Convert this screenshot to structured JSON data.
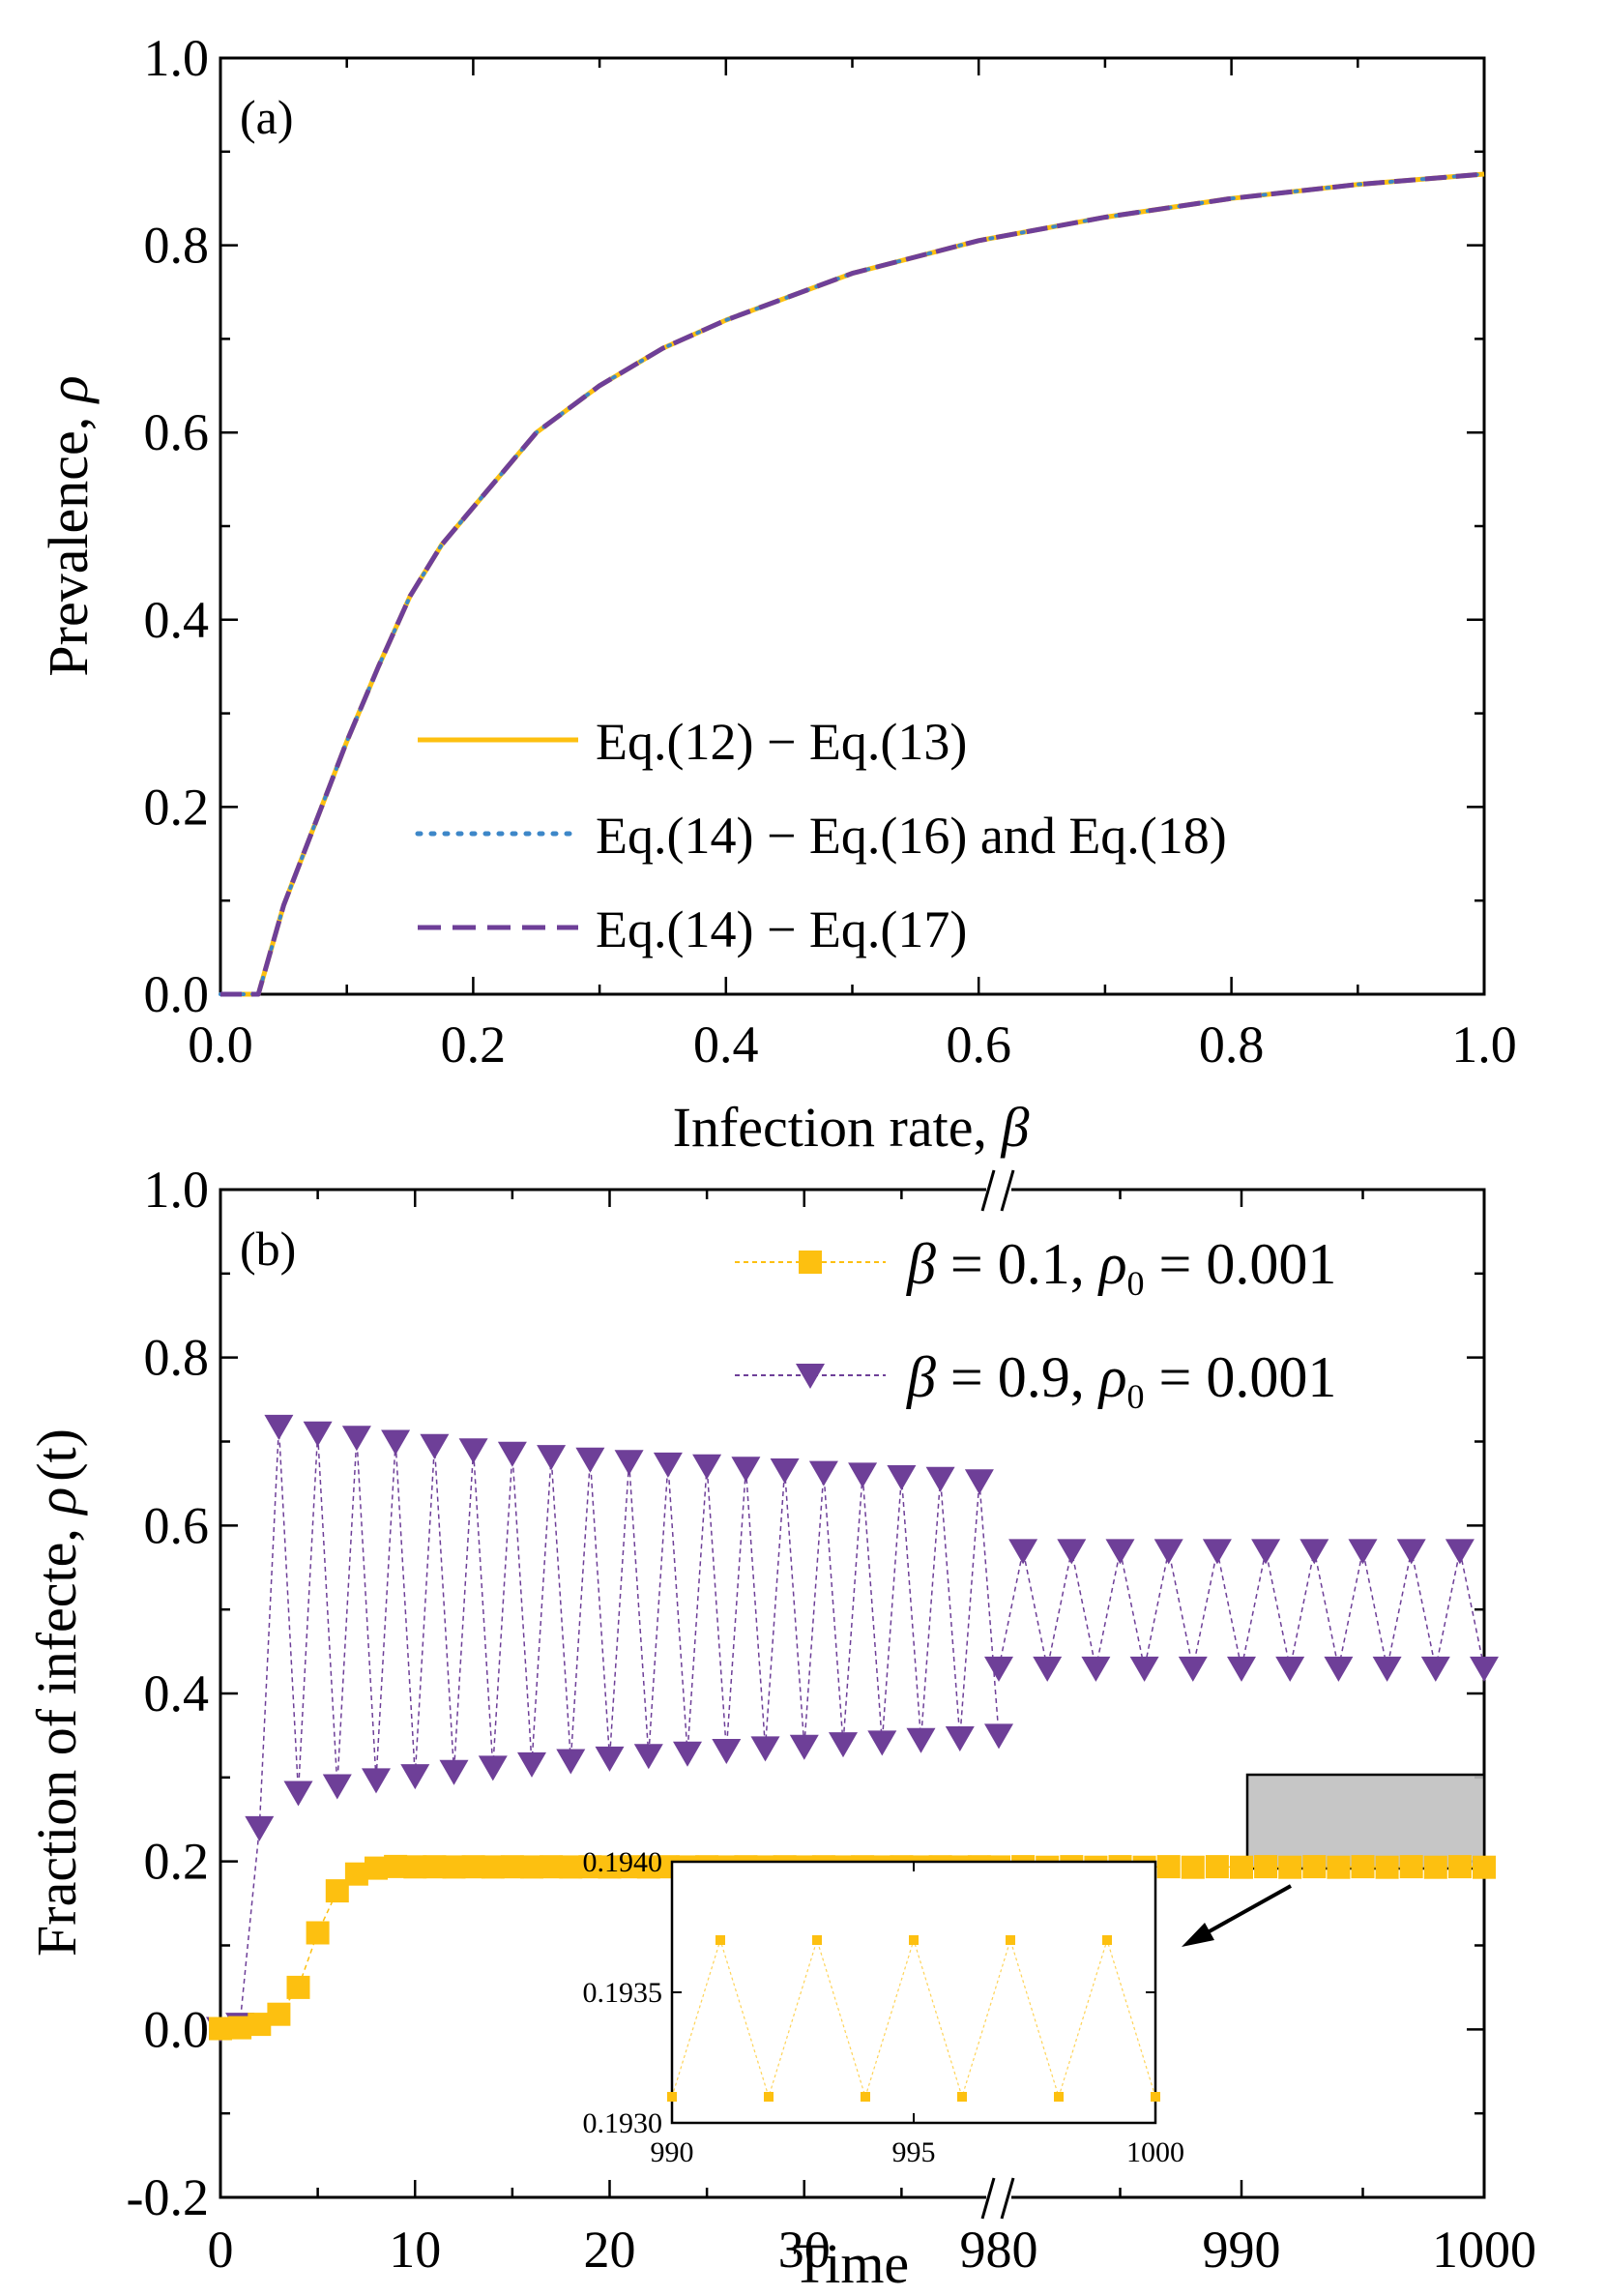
{
  "colors": {
    "yellow": "#FDC010",
    "blue": "#3D87C8",
    "purple": "#6E3F98",
    "gray": "#C0C0C0"
  },
  "chart_data": [
    {
      "panel_label": "(a)",
      "type": "line",
      "xlabel": "Infection rate, ",
      "xlabel_symbol": "β",
      "ylabel": "Prevalence, ",
      "ylabel_symbol": "ρ",
      "xlim": [
        0.0,
        1.0
      ],
      "ylim": [
        0.0,
        1.0
      ],
      "xticks": [
        "0.0",
        "0.2",
        "0.4",
        "0.6",
        "0.8",
        "1.0"
      ],
      "yticks": [
        "0.0",
        "0.2",
        "0.4",
        "0.6",
        "0.8",
        "1.0"
      ],
      "x": [
        0.0,
        0.03,
        0.05,
        0.08,
        0.1,
        0.125,
        0.15,
        0.175,
        0.2,
        0.25,
        0.3,
        0.35,
        0.4,
        0.5,
        0.6,
        0.7,
        0.8,
        0.9,
        1.0
      ],
      "series": [
        {
          "name": "Eq.(12) − Eq.(13)",
          "style": "solid",
          "color": "#FDC010",
          "values": [
            0.0,
            0.0,
            0.095,
            0.2,
            0.27,
            0.35,
            0.425,
            0.48,
            0.52,
            0.6,
            0.65,
            0.69,
            0.72,
            0.77,
            0.805,
            0.83,
            0.85,
            0.865,
            0.876
          ]
        },
        {
          "name": "Eq.(14) − Eq.(16) and Eq.(18)",
          "style": "dotted",
          "color": "#3D87C8",
          "values": [
            0.0,
            0.0,
            0.095,
            0.2,
            0.27,
            0.35,
            0.425,
            0.48,
            0.52,
            0.6,
            0.65,
            0.69,
            0.72,
            0.77,
            0.805,
            0.83,
            0.85,
            0.865,
            0.876
          ]
        },
        {
          "name": "Eq.(14) − Eq.(17)",
          "style": "dashed",
          "color": "#6E3F98",
          "values": [
            0.0,
            0.0,
            0.095,
            0.2,
            0.27,
            0.35,
            0.425,
            0.48,
            0.52,
            0.6,
            0.65,
            0.69,
            0.72,
            0.77,
            0.805,
            0.83,
            0.85,
            0.865,
            0.876
          ]
        }
      ]
    },
    {
      "panel_label": "(b)",
      "type": "scatter",
      "xlabel": "Time",
      "ylabel": "Fraction of infecte, ",
      "ylabel_symbol": "ρ",
      "ylabel_arg": "(t)",
      "xlim_left": [
        0,
        40
      ],
      "xlim_right": [
        980,
        1000
      ],
      "ylim": [
        -0.2,
        1.0
      ],
      "xticks_left": [
        "0",
        "10",
        "20",
        "30"
      ],
      "xticks_right": [
        "980",
        "990",
        "1000"
      ],
      "yticks": [
        "-0.2",
        "0.0",
        "0.2",
        "0.4",
        "0.6",
        "0.8",
        "1.0"
      ],
      "series": [
        {
          "name_sym": "β",
          "name_rest": " = 0.1, ",
          "name_sym2": "ρ",
          "name_sub": "0",
          "name_tail": " = 0.001",
          "marker": "square",
          "color": "#FDC010",
          "left_x": [
            0,
            1,
            2,
            3,
            4,
            5,
            6,
            7,
            8,
            9,
            10,
            11,
            12,
            13,
            14,
            15,
            16,
            17,
            18,
            19,
            20,
            21,
            22,
            23,
            24,
            25,
            26,
            27,
            28,
            29,
            30,
            31,
            32,
            33,
            34,
            35,
            36,
            37,
            38,
            39,
            40
          ],
          "left_y": [
            0.001,
            0.002,
            0.006,
            0.018,
            0.05,
            0.115,
            0.165,
            0.185,
            0.192,
            0.194,
            0.1935,
            0.1936,
            0.1934,
            0.1936,
            0.1934,
            0.1936,
            0.1934,
            0.1936,
            0.1934,
            0.1936,
            0.1934,
            0.1936,
            0.1934,
            0.1936,
            0.1934,
            0.1936,
            0.1934,
            0.1936,
            0.1934,
            0.1936,
            0.1934,
            0.1936,
            0.1934,
            0.1936,
            0.1934,
            0.1936,
            0.1934,
            0.1936,
            0.1934,
            0.1936,
            0.1934
          ],
          "right_x": [
            980,
            981,
            982,
            983,
            984,
            985,
            986,
            987,
            988,
            989,
            990,
            991,
            992,
            993,
            994,
            995,
            996,
            997,
            998,
            999,
            1000
          ],
          "right_y": [
            0.1931,
            0.1937,
            0.1931,
            0.1937,
            0.1931,
            0.1937,
            0.1931,
            0.1937,
            0.1931,
            0.1937,
            0.1931,
            0.1937,
            0.1931,
            0.1937,
            0.1931,
            0.1937,
            0.1931,
            0.1937,
            0.1931,
            0.1937,
            0.1931
          ]
        },
        {
          "name_sym": "β",
          "name_rest": " = 0.9, ",
          "name_sym2": "ρ",
          "name_sub": "0",
          "name_tail": " = 0.001",
          "marker": "triangle-down",
          "color": "#6E3F98",
          "left_x": [
            0,
            1,
            2,
            3,
            4,
            5,
            6,
            7,
            8,
            9,
            10,
            11,
            12,
            13,
            14,
            15,
            16,
            17,
            18,
            19,
            20,
            21,
            22,
            23,
            24,
            25,
            26,
            27,
            28,
            29,
            30,
            31,
            32,
            33,
            34,
            35,
            36,
            37,
            38,
            39,
            40
          ],
          "left_y": [
            0.001,
            0.006,
            0.24,
            0.718,
            0.282,
            0.71,
            0.29,
            0.705,
            0.297,
            0.7,
            0.302,
            0.695,
            0.307,
            0.69,
            0.312,
            0.686,
            0.316,
            0.682,
            0.32,
            0.679,
            0.323,
            0.676,
            0.326,
            0.673,
            0.329,
            0.671,
            0.332,
            0.668,
            0.335,
            0.666,
            0.337,
            0.663,
            0.34,
            0.661,
            0.342,
            0.658,
            0.345,
            0.656,
            0.347,
            0.653,
            0.35
          ],
          "right_x": [
            980,
            981,
            982,
            983,
            984,
            985,
            986,
            987,
            988,
            989,
            990,
            991,
            992,
            993,
            994,
            995,
            996,
            997,
            998,
            999,
            1000
          ],
          "right_y": [
            0.43,
            0.57,
            0.43,
            0.57,
            0.43,
            0.57,
            0.43,
            0.57,
            0.43,
            0.57,
            0.43,
            0.57,
            0.43,
            0.57,
            0.43,
            0.57,
            0.43,
            0.57,
            0.43,
            0.57,
            0.43
          ]
        }
      ],
      "inset": {
        "type": "scatter",
        "xlim": [
          990,
          1000
        ],
        "ylim": [
          0.193,
          0.194
        ],
        "xticks": [
          "990",
          "995",
          "1000"
        ],
        "yticks": [
          "0.1930",
          "0.1935",
          "0.1940"
        ],
        "x": [
          990,
          991,
          992,
          993,
          994,
          995,
          996,
          997,
          998,
          999,
          1000
        ],
        "y": [
          0.1931,
          0.1937,
          0.1931,
          0.1937,
          0.1931,
          0.1937,
          0.1931,
          0.1937,
          0.1931,
          0.1937,
          0.1931
        ]
      }
    }
  ]
}
